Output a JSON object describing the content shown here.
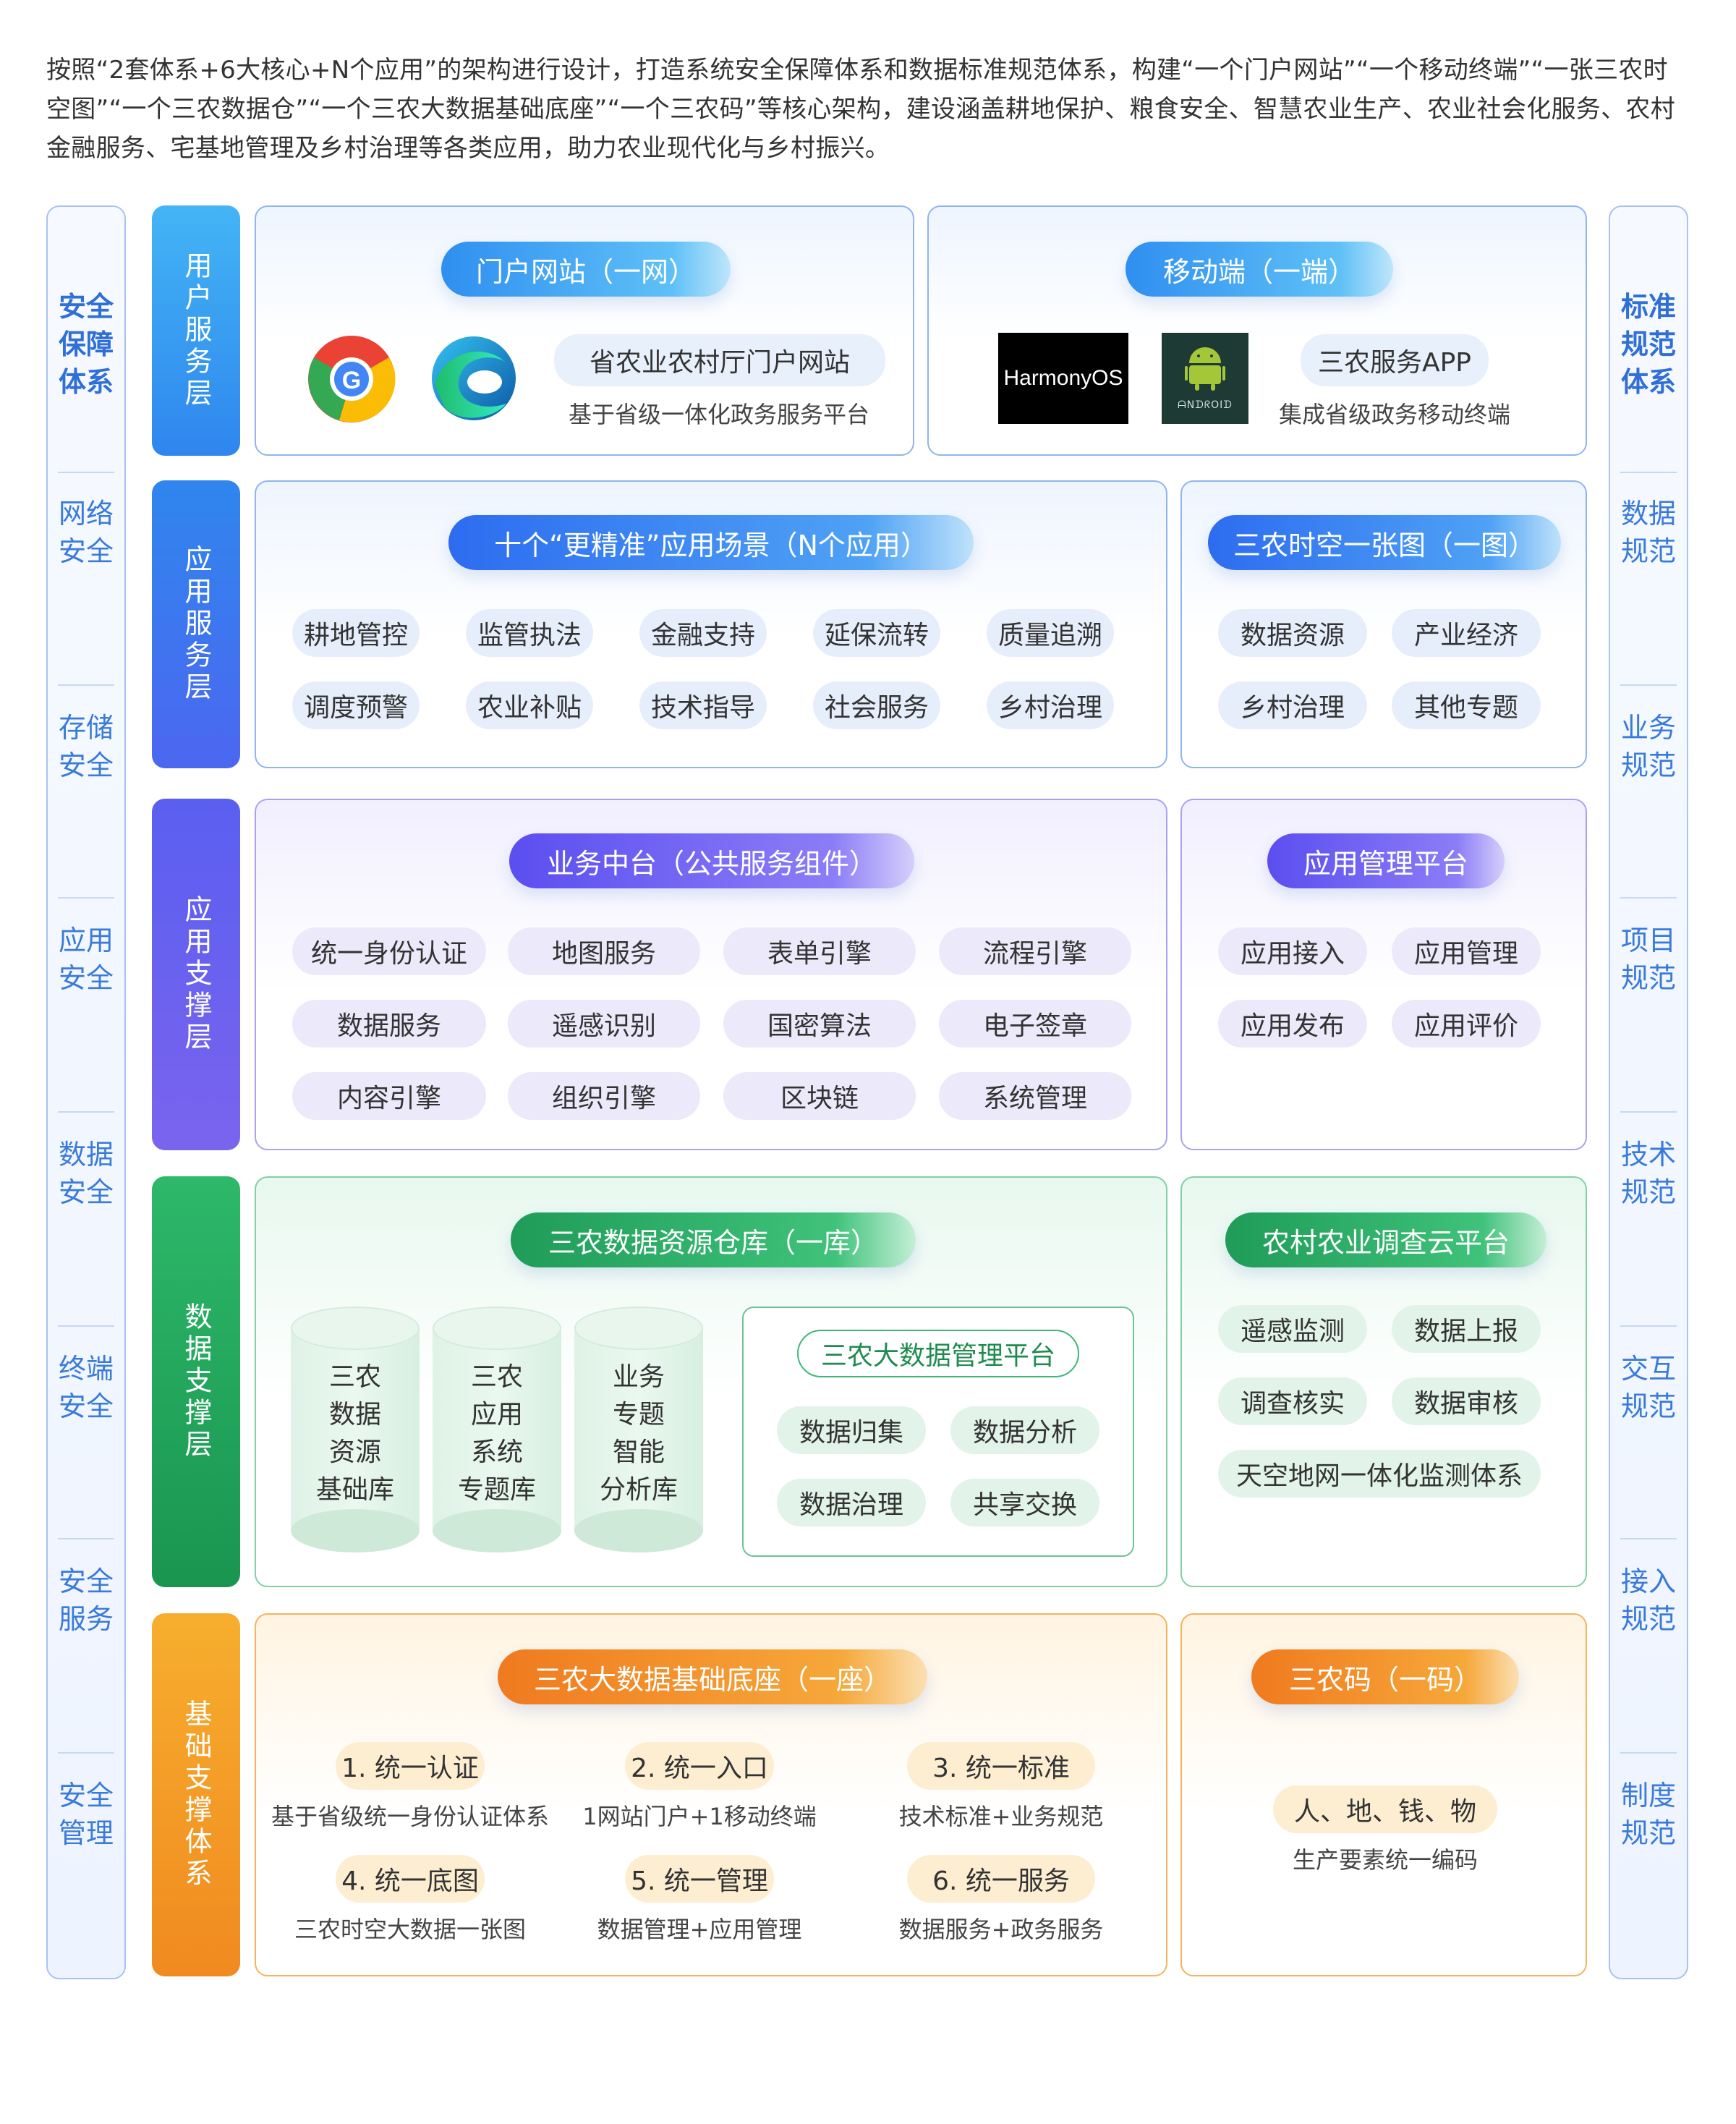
{
  "intro": "按照“2套体系+6大核心+N个应用”的架构进行设计，打造系统安全保障体系和数据标准规范体系，构建“一个门户网站”“一个移动终端”“一张三农时空图”“一个三农数据仓”“一个三农大数据基础底座”“一个三农码”等核心架构，建设涵盖耕地保护、粮食安全、智慧农业生产、农业社会化服务、农村金融服务、宅基地管理及乡村治理等各类应用，助力农业现代化与乡村振兴。",
  "left_col": {
    "title": "安全\n保障\n体系",
    "items": [
      "网络\n安全",
      "存储\n安全",
      "应用\n安全",
      "数据\n安全",
      "终端\n安全",
      "安全\n服务",
      "安全\n管理"
    ]
  },
  "right_col": {
    "title": "标准\n规范\n体系",
    "items": [
      "数据\n规范",
      "业务\n规范",
      "项目\n规范",
      "技术\n规范",
      "交互\n规范",
      "接入\n规范",
      "制度\n规范"
    ]
  },
  "layers": {
    "user": "用户服务层",
    "app": "应用服务层",
    "support": "应用支撑层",
    "data": "数据支撑层",
    "base": "基础支撑体系"
  },
  "portal": {
    "title": "门户网站（一网）",
    "name": "省农业农村厅门户网站",
    "desc": "基于省级一体化政务服务平台"
  },
  "mobile": {
    "title": "移动端（一端）",
    "harmony": "HarmonyOS",
    "android": "ᗩNᗪᖇOIᗪ",
    "name": "三农服务APP",
    "desc": "集成省级政务移动终端"
  },
  "apps": {
    "title": "十个“更精准”应用场景（N个应用）",
    "items": [
      "耕地管控",
      "监管执法",
      "金融支持",
      "延保流转",
      "质量追溯",
      "调度预警",
      "农业补贴",
      "技术指导",
      "社会服务",
      "乡村治理"
    ]
  },
  "map": {
    "title": "三农时空一张图（一图）",
    "items": [
      "数据资源",
      "产业经济",
      "乡村治理",
      "其他专题"
    ]
  },
  "middle": {
    "title": "业务中台（公共服务组件）",
    "items": [
      "统一身份认证",
      "地图服务",
      "表单引擎",
      "流程引擎",
      "数据服务",
      "遥感识别",
      "国密算法",
      "电子签章",
      "内容引擎",
      "组织引擎",
      "区块链",
      "系统管理"
    ]
  },
  "appmgr": {
    "title": "应用管理平台",
    "items": [
      "应用接入",
      "应用管理",
      "应用发布",
      "应用评价"
    ]
  },
  "warehouse": {
    "title": "三农数据资源仓库（一库）",
    "cyls": [
      "三农\n数据\n资源\n基础库",
      "三农\n应用\n系统\n专题库",
      "业务\n专题\n智能\n分析库"
    ],
    "platform": "三农大数据管理平台",
    "items": [
      "数据归集",
      "数据分析",
      "数据治理",
      "共享交换"
    ]
  },
  "survey": {
    "title": "农村农业调查云平台",
    "items": [
      "遥感监测",
      "数据上报",
      "调查核实",
      "数据审核",
      "天空地网一体化监测体系"
    ]
  },
  "base": {
    "title": "三农大数据基础底座（一座）",
    "items": [
      {
        "k": "1. 统一认证",
        "v": "基于省级统一身份认证体系"
      },
      {
        "k": "2. 统一入口",
        "v": "1网站门户+1移动终端"
      },
      {
        "k": "3. 统一标准",
        "v": "技术标准+业务规范"
      },
      {
        "k": "4. 统一底图",
        "v": "三农时空大数据一张图"
      },
      {
        "k": "5. 统一管理",
        "v": "数据管理+应用管理"
      },
      {
        "k": "6. 统一服务",
        "v": "数据服务+政务服务"
      }
    ]
  },
  "code": {
    "title": "三农码（一码）",
    "tag": "人、地、钱、物",
    "desc": "生产要素统一编码"
  }
}
